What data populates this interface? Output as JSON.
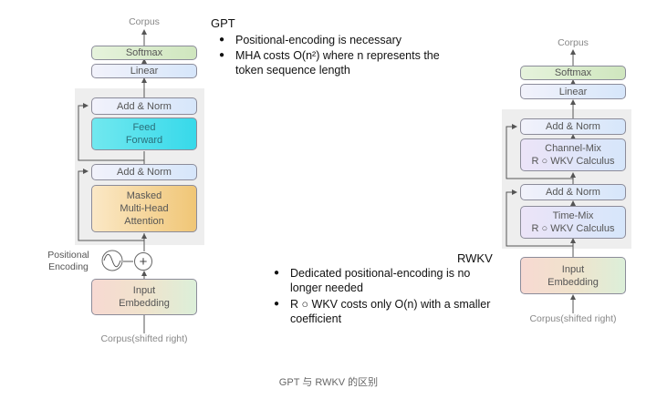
{
  "gpt": {
    "title": "GPT",
    "bullets": [
      "Positional-encoding is necessary",
      "MHA costs O(n²) where n represents the token sequence length"
    ],
    "diagram": {
      "output_label": "Corpus",
      "softmax": "Softmax",
      "linear": "Linear",
      "add_norm_top": "Add & Norm",
      "feed_forward": "Feed\nForward",
      "add_norm_bottom": "Add & Norm",
      "attention": "Masked\nMulti-Head\nAttention",
      "positional_encoding": "Positional\nEncoding",
      "plus_symbol": "+",
      "input_embedding": "Input\nEmbedding",
      "input_label": "Corpus(shifted right)"
    }
  },
  "rwkv": {
    "title": "RWKV",
    "bullets": [
      "Dedicated positional-encoding is no longer needed",
      "R ○ WKV costs only O(n) with a smaller coefficient"
    ],
    "diagram": {
      "output_label": "Corpus",
      "softmax": "Softmax",
      "linear": "Linear",
      "add_norm_top": "Add & Norm",
      "channel_mix": "Channel-Mix\nR ○ WKV Calculus",
      "add_norm_bottom": "Add & Norm",
      "time_mix": "Time-Mix\nR ○ WKV Calculus",
      "input_embedding": "Input\nEmbedding",
      "input_label": "Corpus(shifted right)"
    }
  },
  "caption": "GPT 与 RWKV 的区别"
}
